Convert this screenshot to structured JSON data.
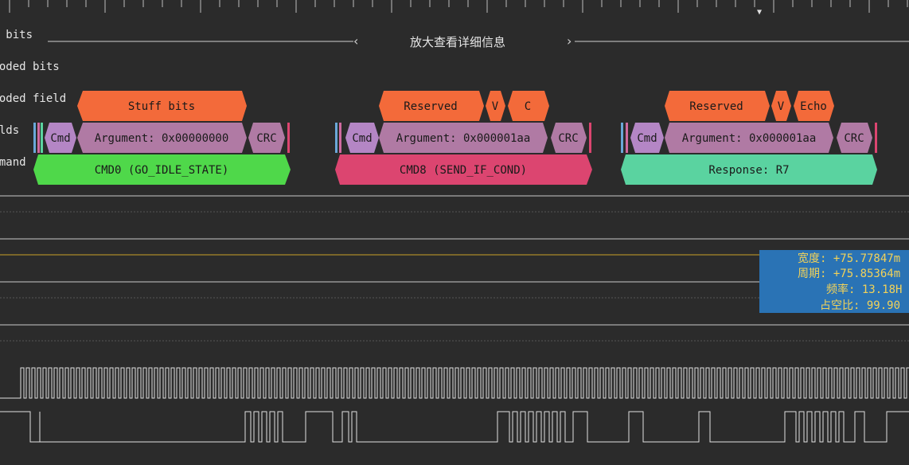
{
  "rows": {
    "raw_bits": "aw bits",
    "decoded_bits": "ecoded bits",
    "decoded_fields": "ecoded field",
    "fields": "ields",
    "commands": "ommand"
  },
  "zoom_hint": "放大查看详细信息",
  "annotations": {
    "group1": {
      "stuff_bits": "Stuff bits",
      "cmd": "Cmd",
      "argument": "Argument: 0x00000000",
      "crc": "CRC",
      "command": "CMD0 (GO_IDLE_STATE)"
    },
    "group2": {
      "reserved": "Reserved",
      "v": "V",
      "c": "C",
      "cmd": "Cmd",
      "argument": "Argument: 0x000001aa",
      "crc": "CRC",
      "command": "CMD8 (SEND_IF_COND)"
    },
    "group3": {
      "reserved": "Reserved",
      "v": "V",
      "echo": "Echo",
      "cmd": "Cmd",
      "argument": "Argument: 0x000001aa",
      "crc": "CRC",
      "command": "Response: R7"
    }
  },
  "measurement": {
    "width": "宽度: +75.77847m",
    "period": "周期: +75.85364m",
    "frequency": "频率: 13.18H",
    "duty": "占空比: 99.90"
  },
  "colors": {
    "background": "#2b2b2b",
    "orange": "#f36a3a",
    "purple": "#b486c5",
    "mauve": "#b07aa4",
    "green": "#4fd84a",
    "red": "#dc4570",
    "teal": "#5ad3a0",
    "measure_bg": "#2a73b5",
    "measure_text": "#f2d259",
    "signal": "#e0e0e0",
    "cursor_line": "#c9a227"
  }
}
